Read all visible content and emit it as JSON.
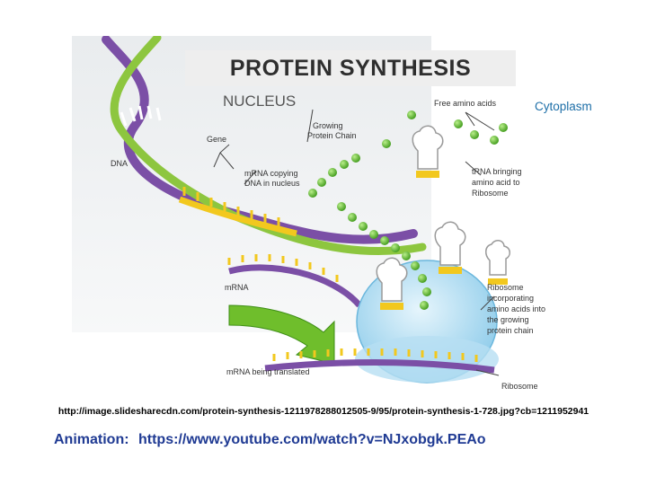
{
  "title": "PROTEIN SYNTHESIS",
  "diagram": {
    "nucleus_label": "NUCLEUS",
    "cytoplasm_label": "Cytoplasm",
    "labels": {
      "gene": "Gene",
      "dna": "DNA",
      "mrna_copying_1": "mRNA copying",
      "mrna_copying_2": "DNA in nucleus",
      "growing_1": "Growing",
      "growing_2": "Protein Chain",
      "free_amino": "Free amino acids",
      "trna_1": "tRNA bringing",
      "trna_2": "amino acid to",
      "trna_3": "Ribosome",
      "mrna": "mRNA",
      "ribo_inc_1": "Ribosome",
      "ribo_inc_2": "incorporating",
      "ribo_inc_3": "amino acids into",
      "ribo_inc_4": "the growing",
      "ribo_inc_5": "protein chain",
      "mrna_translated": "mRNA being translated",
      "ribosome": "Ribosome"
    },
    "colors": {
      "dna_purple": "#7b4fa6",
      "dna_green": "#8dc63f",
      "mrna_yellow": "#f2c81e",
      "amino_green": "#5cb82e",
      "ribosome_blue": "#9fd3ee",
      "cytoplasm_text": "#1e6fa8"
    }
  },
  "source_url": "http://image.slidesharecdn.com/protein-synthesis-1211978288012505-9/95/protein-synthesis-1-728.jpg?cb=1211952941",
  "animation": {
    "label": "Animation:",
    "url": "https://www.youtube.com/watch?v=NJxobgk.PEAo"
  }
}
